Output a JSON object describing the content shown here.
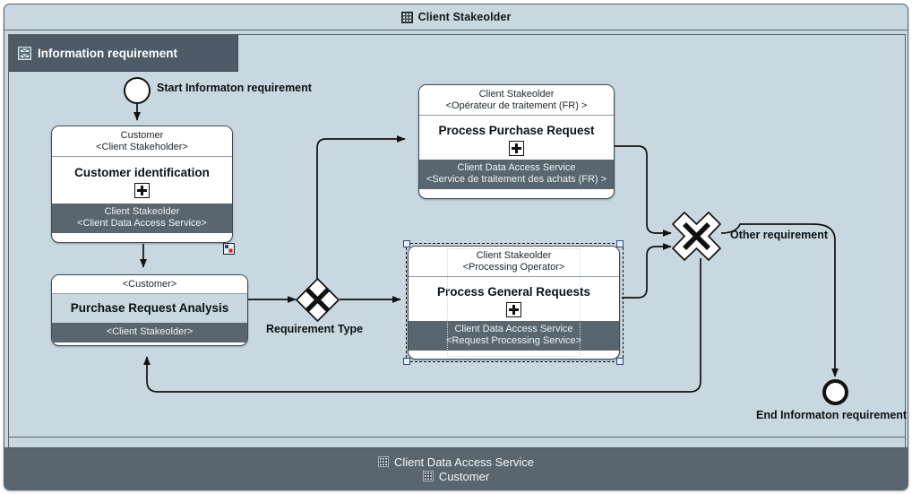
{
  "pool": {
    "title": "Client Stakeolder",
    "icon": "grid-icon"
  },
  "lane": {
    "title": "Information requirement",
    "icon": "lane-icon"
  },
  "footer": {
    "lines": [
      {
        "label": "Client Data Access Service",
        "icon": "grid-icon"
      },
      {
        "label": "Customer",
        "icon": "grid-icon"
      }
    ]
  },
  "events": {
    "start": {
      "label": "Start Informaton requirement",
      "type": "start-event"
    },
    "end": {
      "label": "End Informaton requirement",
      "type": "end-event"
    }
  },
  "gateways": [
    {
      "id": "requirement-type",
      "label": "Requirement Type",
      "type": "exclusive-gateway"
    },
    {
      "id": "other-requirement",
      "label": "Other requirement",
      "type": "exclusive-gateway-merge"
    }
  ],
  "nodes": [
    {
      "id": "customer-identification",
      "top": "Customer",
      "top2": "<Client Stakeholder>",
      "title": "Customer identification",
      "bottom": "Client Stakeolder",
      "bottom2": "<Client Data Access Service>",
      "marker": "subprocess-plus",
      "selected": false
    },
    {
      "id": "purchase-request-analysis",
      "top": "<Customer>",
      "top2": "",
      "title": "Purchase Request Analysis",
      "bottom": "<Client Stakeolder>",
      "bottom2": "",
      "marker": "none",
      "selected": false
    },
    {
      "id": "process-purchase-request",
      "top": "Client Stakeolder",
      "top2": "<Opérateur de traitement (FR) >",
      "title": "Process Purchase Request",
      "bottom": "Client Data Access Service",
      "bottom2": "<Service de traitement des achats (FR) >",
      "marker": "subprocess-plus",
      "selected": false
    },
    {
      "id": "process-general-requests",
      "top": "Client Stakeolder",
      "top2": "<Processing Operator>",
      "title": "Process General Requests",
      "bottom": "Client Data Access Service",
      "bottom2": "<Request Processing Service>",
      "marker": "subprocess-plus",
      "selected": true
    }
  ],
  "colors": {
    "canvas": "#c9d8e0",
    "header_text": "#12181c",
    "lane_header": "#4e5b66",
    "footer": "#59666f",
    "node_border": "#3f4a53",
    "node_bottom": "#59666f",
    "selection_handle": "#2a4b8d",
    "connector": "#1a1a1a"
  }
}
